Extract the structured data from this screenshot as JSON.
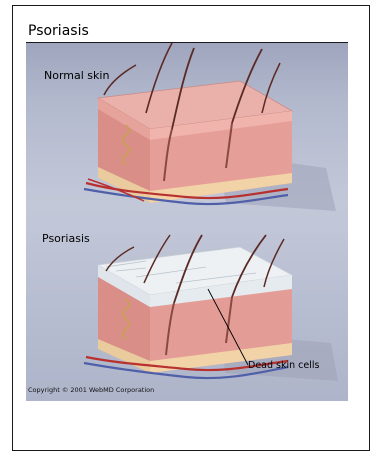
{
  "title": "Psoriasis",
  "labels": {
    "normal_skin": "Normal skin",
    "psoriasis": "Psoriasis",
    "dead_skin_cells": "Dead skin cells"
  },
  "copyright": "Copyright © 2001 WebMD Corporation",
  "colors": {
    "background": "#b9bfd2",
    "skin_top": "#e9a9a3",
    "skin_front": "#d8847f",
    "skin_side": "#c4706c",
    "dermis": "#f3c9bd",
    "scale": "#e8eef3",
    "hair": "#5a2a25",
    "artery": "#b8312f",
    "vein": "#4f5fa8"
  },
  "icons": {
    "normal_skin_block": "skin-cross-section-normal",
    "psoriasis_skin_block": "skin-cross-section-psoriasis"
  }
}
